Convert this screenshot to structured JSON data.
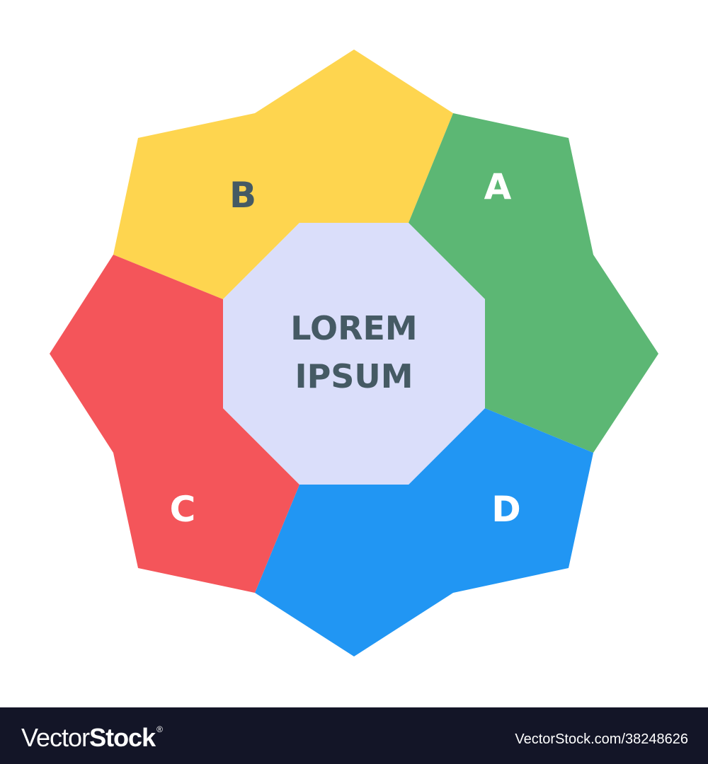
{
  "diagram": {
    "center": {
      "line1": "LOREM",
      "line2": "IPSUM",
      "fill": "#dadefa",
      "text_color": "#455a64"
    },
    "segments": [
      {
        "id": "A",
        "label": "A",
        "color": "#5cb774",
        "label_color": "#ffffff"
      },
      {
        "id": "B",
        "label": "B",
        "color": "#fed54f",
        "label_color": "#455a64"
      },
      {
        "id": "C",
        "label": "C",
        "color": "#f4555a",
        "label_color": "#ffffff"
      },
      {
        "id": "D",
        "label": "D",
        "color": "#2196f3",
        "label_color": "#ffffff"
      }
    ]
  },
  "footer": {
    "brand_light": "Vector",
    "brand_bold": "Stock",
    "brand_mark": "®",
    "reference": "VectorStock.com/38248626",
    "background": "#131527"
  }
}
